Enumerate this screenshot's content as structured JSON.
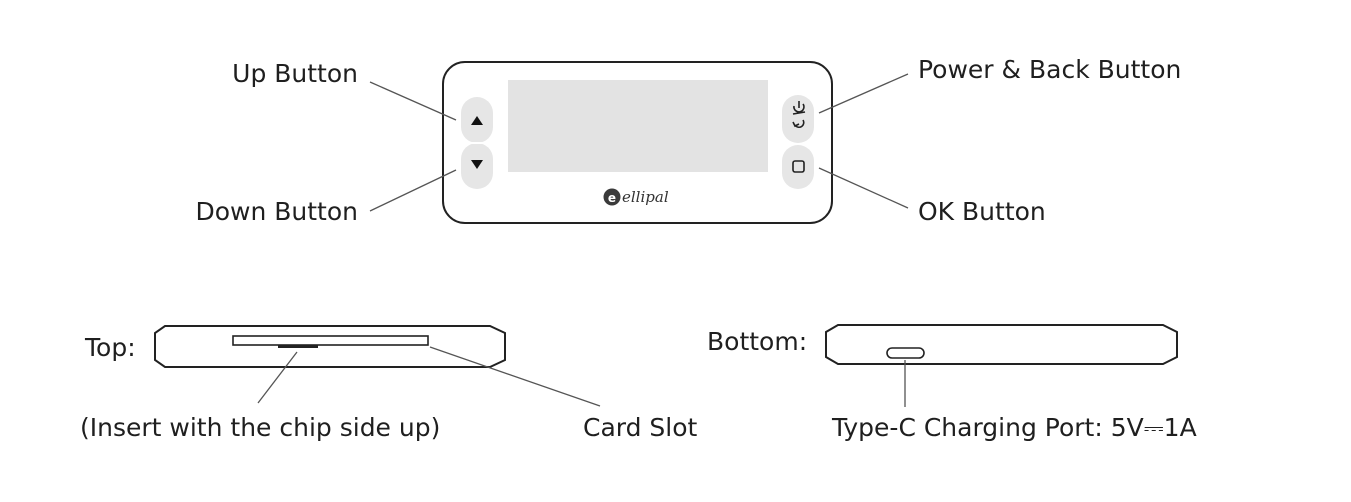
{
  "labels": {
    "up_button": "Up Button",
    "down_button": "Down Button",
    "power_back_button": "Power & Back Button",
    "ok_button": "OK Button",
    "top": "Top:",
    "bottom": "Bottom:",
    "insert_note": "(Insert with the chip side up)",
    "card_slot": "Card Slot",
    "charging_port": "Type-C Charging Port: 5V⎓1A"
  },
  "device": {
    "brand": "ellipal"
  },
  "icons": {
    "up": "triangle-up-icon",
    "down": "triangle-down-icon",
    "power_back": "power-back-icon",
    "ok": "square-ok-icon",
    "logo": "ellipal-logo-icon"
  },
  "colors": {
    "outline": "#222222",
    "screen": "#e3e3e3",
    "button_fill": "#e6e6e6",
    "leader_line": "#555555",
    "text": "#1f1f1f"
  }
}
